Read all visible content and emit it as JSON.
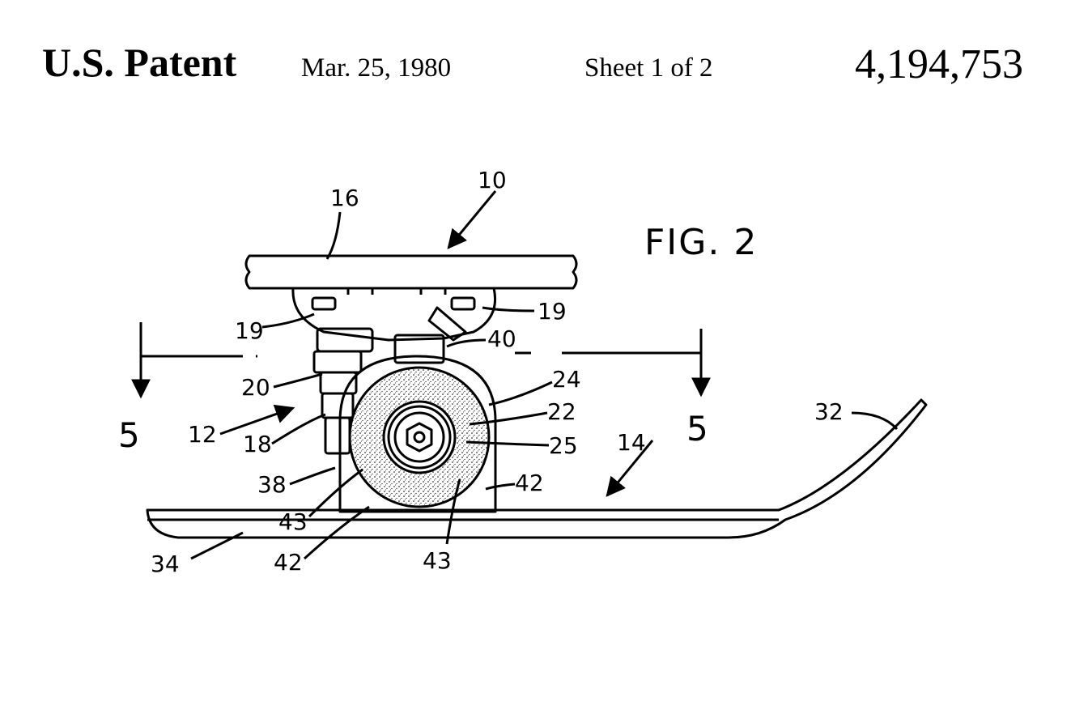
{
  "header": {
    "title": "U.S. Patent",
    "date": "Mar. 25, 1980",
    "sheet": "Sheet 1 of 2",
    "patent_number": "4,194,753"
  },
  "figure": {
    "label": "FIG. 2",
    "section_marks": [
      "5",
      "5"
    ],
    "reference_numerals": {
      "assembly": "10",
      "truck": "12",
      "runner": "14",
      "board": "16",
      "bolt_left": "19",
      "bolt_right": "19",
      "bracket": "18",
      "kingpin": "20",
      "hub": "22",
      "wheel": "24",
      "axle": "25",
      "tip": "32",
      "ski_bottom": "34",
      "housing": "38",
      "block": "40",
      "side_right": "42",
      "side_bottom": "42",
      "edge_left": "43",
      "edge_bottom": "43"
    }
  },
  "colors": {
    "ink": "#000000",
    "paper": "#ffffff"
  }
}
